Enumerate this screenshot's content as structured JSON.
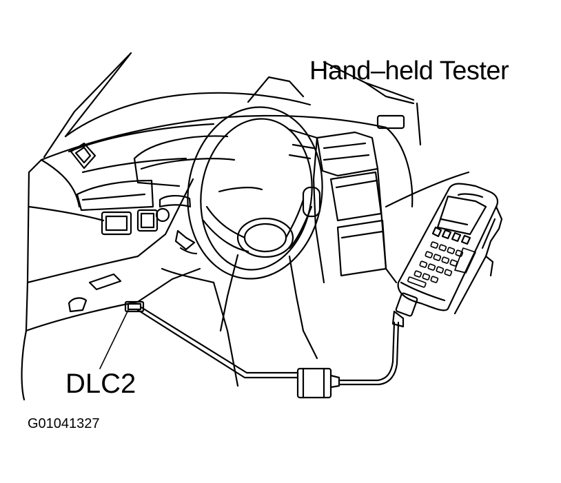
{
  "labels": {
    "tester": "Hand–held Tester",
    "connector": "DLC2",
    "figure_id": "G01041327"
  },
  "style": {
    "line_color": "#000000",
    "background": "#ffffff"
  }
}
